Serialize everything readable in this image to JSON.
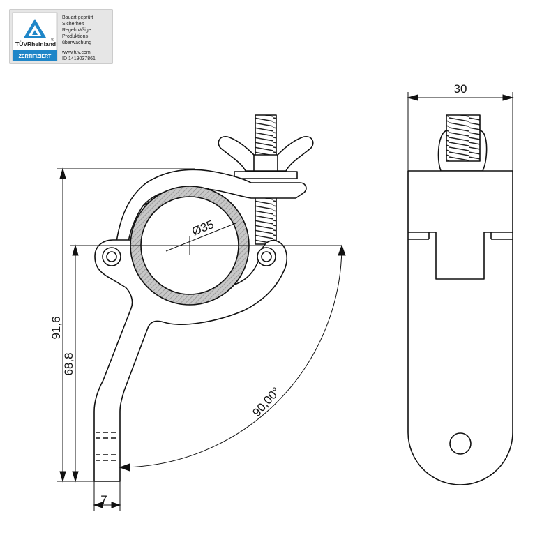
{
  "badge": {
    "brand": "TÜVRheinland",
    "registered": "®",
    "certified": "ZERTIFIZIERT",
    "lines": [
      "Bauart geprüft",
      "Sicherheit",
      "Regelmäßige",
      "Produktions-",
      "überwachung"
    ],
    "url": "www.tuv.com",
    "id": "ID 1419037861",
    "colors": {
      "blue": "#1f86c8",
      "panel": "#e6e6e6",
      "border": "#9a9a9a"
    }
  },
  "dimensions": {
    "width_top": "30",
    "tube_diameter": "Ø35",
    "height_total": "91,6",
    "height_center": "68,8",
    "angle": "90,00°",
    "tab_width": "7"
  }
}
